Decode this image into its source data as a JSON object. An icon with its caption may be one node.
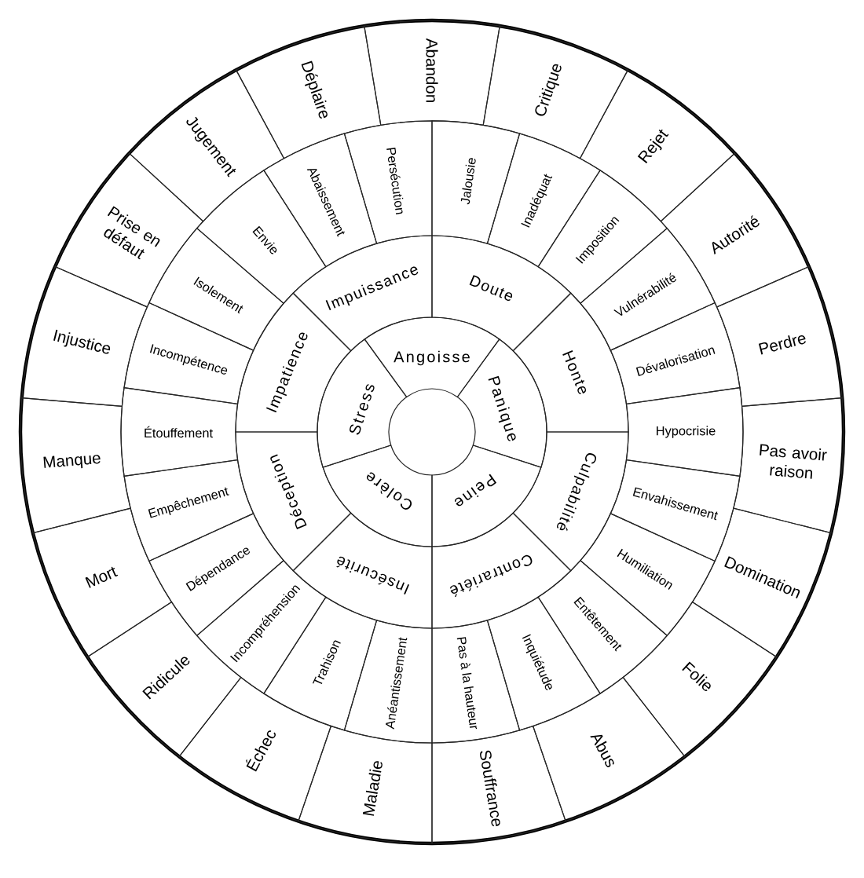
{
  "diagram": {
    "nodes": [
      {
        "text": [
          "Angoisse"
        ]
      },
      {
        "text": [
          "Panique"
        ]
      },
      {
        "text": [
          "Peine"
        ]
      },
      {
        "text": [
          "Colère"
        ]
      },
      {
        "text": [
          "Stress"
        ]
      },
      {
        "text": [
          "Doute"
        ]
      },
      {
        "text": [
          "Honte"
        ]
      },
      {
        "text": [
          "Culpabilité"
        ]
      },
      {
        "text": [
          "Contrariété"
        ]
      },
      {
        "text": [
          "Insécurité"
        ]
      },
      {
        "text": [
          "Déception"
        ]
      },
      {
        "text": [
          "Impatience"
        ]
      },
      {
        "text": [
          "Impuissance"
        ]
      },
      {
        "text": [
          "Jalousie"
        ]
      },
      {
        "text": [
          "Inadéquat"
        ]
      },
      {
        "text": [
          "Imposition"
        ]
      },
      {
        "text": [
          "Vulnérabilité"
        ]
      },
      {
        "text": [
          "Dévalorisation"
        ]
      },
      {
        "text": [
          "Hypocrisie"
        ]
      },
      {
        "text": [
          "Envahissement"
        ]
      },
      {
        "text": [
          "Humiliation"
        ]
      },
      {
        "text": [
          "Entêtement"
        ]
      },
      {
        "text": [
          "Inquiétude"
        ]
      },
      {
        "text": [
          "Pas à la hauteur"
        ]
      },
      {
        "text": [
          "Anéantissement"
        ]
      },
      {
        "text": [
          "Trahison"
        ]
      },
      {
        "text": [
          "Incompréhension"
        ]
      },
      {
        "text": [
          "Dépendance"
        ]
      },
      {
        "text": [
          "Empêchement"
        ]
      },
      {
        "text": [
          "Étouffement"
        ]
      },
      {
        "text": [
          "Incompétence"
        ]
      },
      {
        "text": [
          "Isolement"
        ]
      },
      {
        "text": [
          "Envie"
        ]
      },
      {
        "text": [
          "Abaissement"
        ]
      },
      {
        "text": [
          "Persécution"
        ]
      },
      {
        "text": [
          "Abandon"
        ]
      },
      {
        "text": [
          "Critique"
        ]
      },
      {
        "text": [
          "Rejet"
        ]
      },
      {
        "text": [
          "Autorité"
        ]
      },
      {
        "text": [
          "Perdre"
        ]
      },
      {
        "text": [
          "Pas avoir raison"
        ]
      },
      {
        "text": [
          "Domination"
        ]
      },
      {
        "text": [
          "Folie"
        ]
      },
      {
        "text": [
          "Abus"
        ]
      },
      {
        "text": [
          "Souffrance"
        ]
      },
      {
        "text": [
          "Maladie"
        ]
      },
      {
        "text": [
          "Échec"
        ]
      },
      {
        "text": [
          "Ridicule"
        ]
      },
      {
        "text": [
          "Mort"
        ]
      },
      {
        "text": [
          "Manque"
        ]
      },
      {
        "text": [
          "Injustice"
        ]
      },
      {
        "text": [
          "Prise en défaut"
        ]
      },
      {
        "text": [
          "Jugement"
        ]
      },
      {
        "text": [
          "Déplaire"
        ]
      }
    ]
  }
}
